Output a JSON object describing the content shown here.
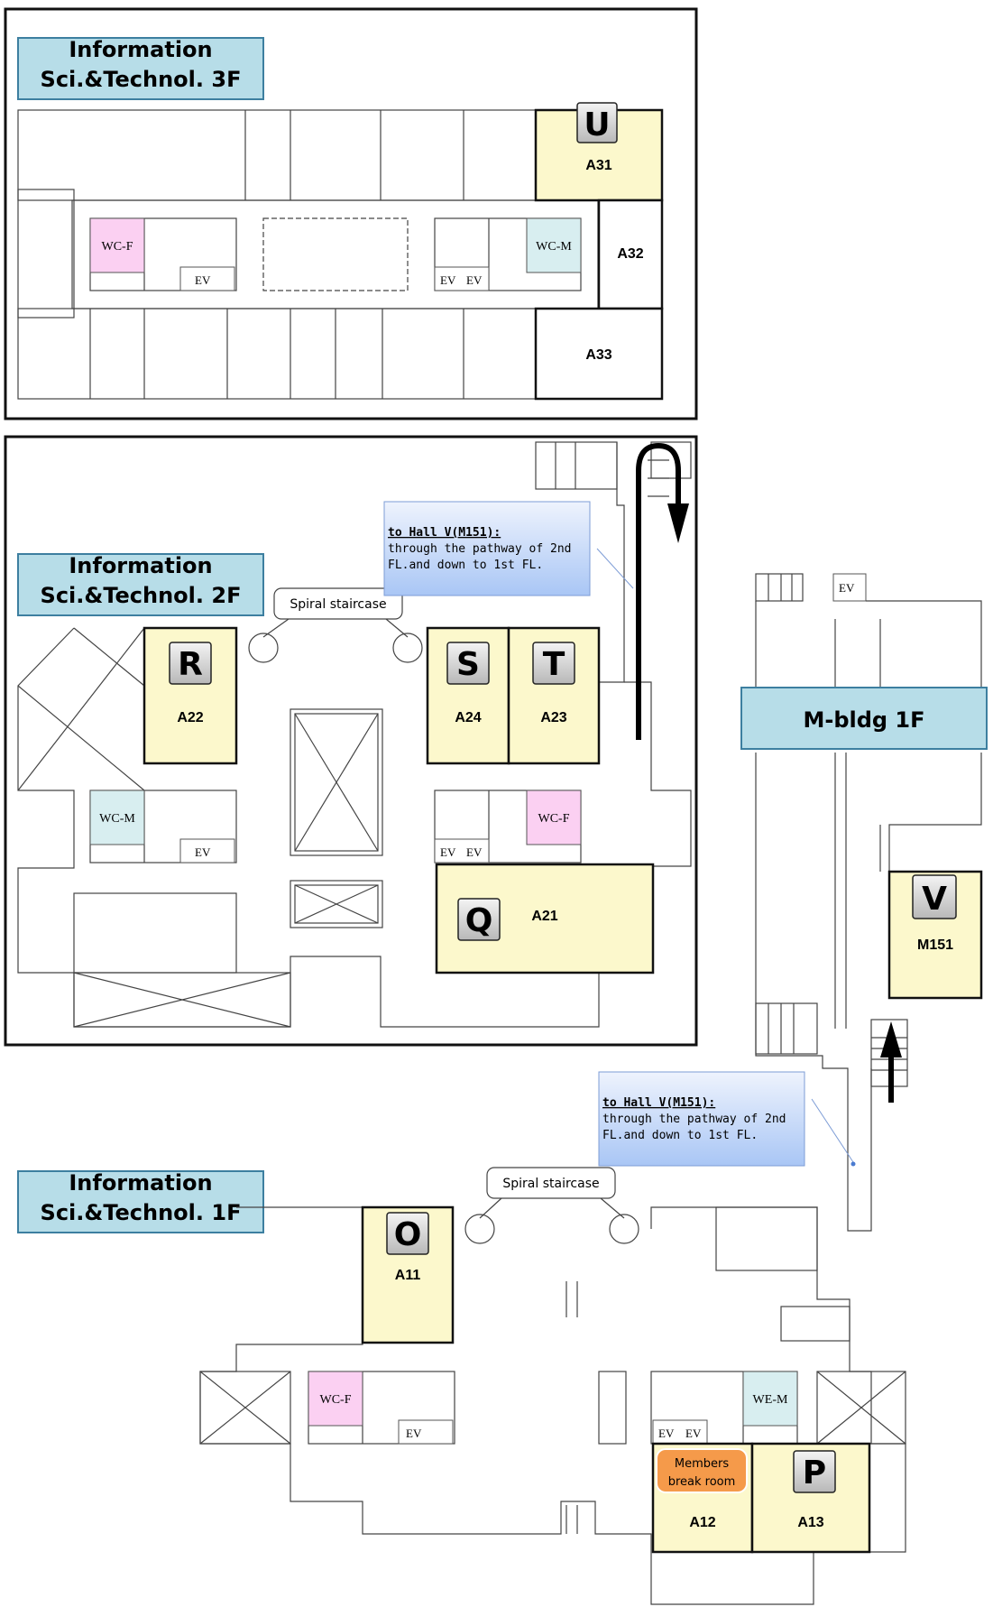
{
  "floors": {
    "f3": {
      "title_line1": "Information",
      "title_line2": "Sci.&Technol. 3F"
    },
    "f2": {
      "title_line1": "Information",
      "title_line2": "Sci.&Technol. 2F"
    },
    "f1": {
      "title_line1": "Information",
      "title_line2": "Sci.&Technol. 1F"
    },
    "m1": {
      "title": "M-bldg 1F"
    }
  },
  "rooms": {
    "A31": "A31",
    "A32": "A32",
    "A33": "A33",
    "A22": "A22",
    "A24": "A24",
    "A23": "A23",
    "A21": "A21",
    "A11": "A11",
    "A12": "A12",
    "A13": "A13",
    "M151": "M151"
  },
  "badges": {
    "U": "U",
    "R": "R",
    "S": "S",
    "T": "T",
    "Q": "Q",
    "O": "O",
    "P": "P",
    "V": "V"
  },
  "labels": {
    "wc_f": "WC-F",
    "wc_m": "WC-M",
    "we_m": "WE-M",
    "ev": "EV",
    "spiral": "Spiral staircase",
    "break_line1": "Members",
    "break_line2": "break room"
  },
  "notes": {
    "hall_title": "to Hall V(M151):",
    "hall_line1": "through the pathway of 2nd",
    "hall_line2": "FL.and down to 1st FL."
  },
  "colors": {
    "room_fill": "#fcf8cc",
    "wc_f_fill": "#fbd0f2",
    "wc_m_fill": "#d8eef0",
    "title_fill": "#b7dde8",
    "note_fill": "#c6daf8",
    "break_fill": "#f59a4a"
  }
}
